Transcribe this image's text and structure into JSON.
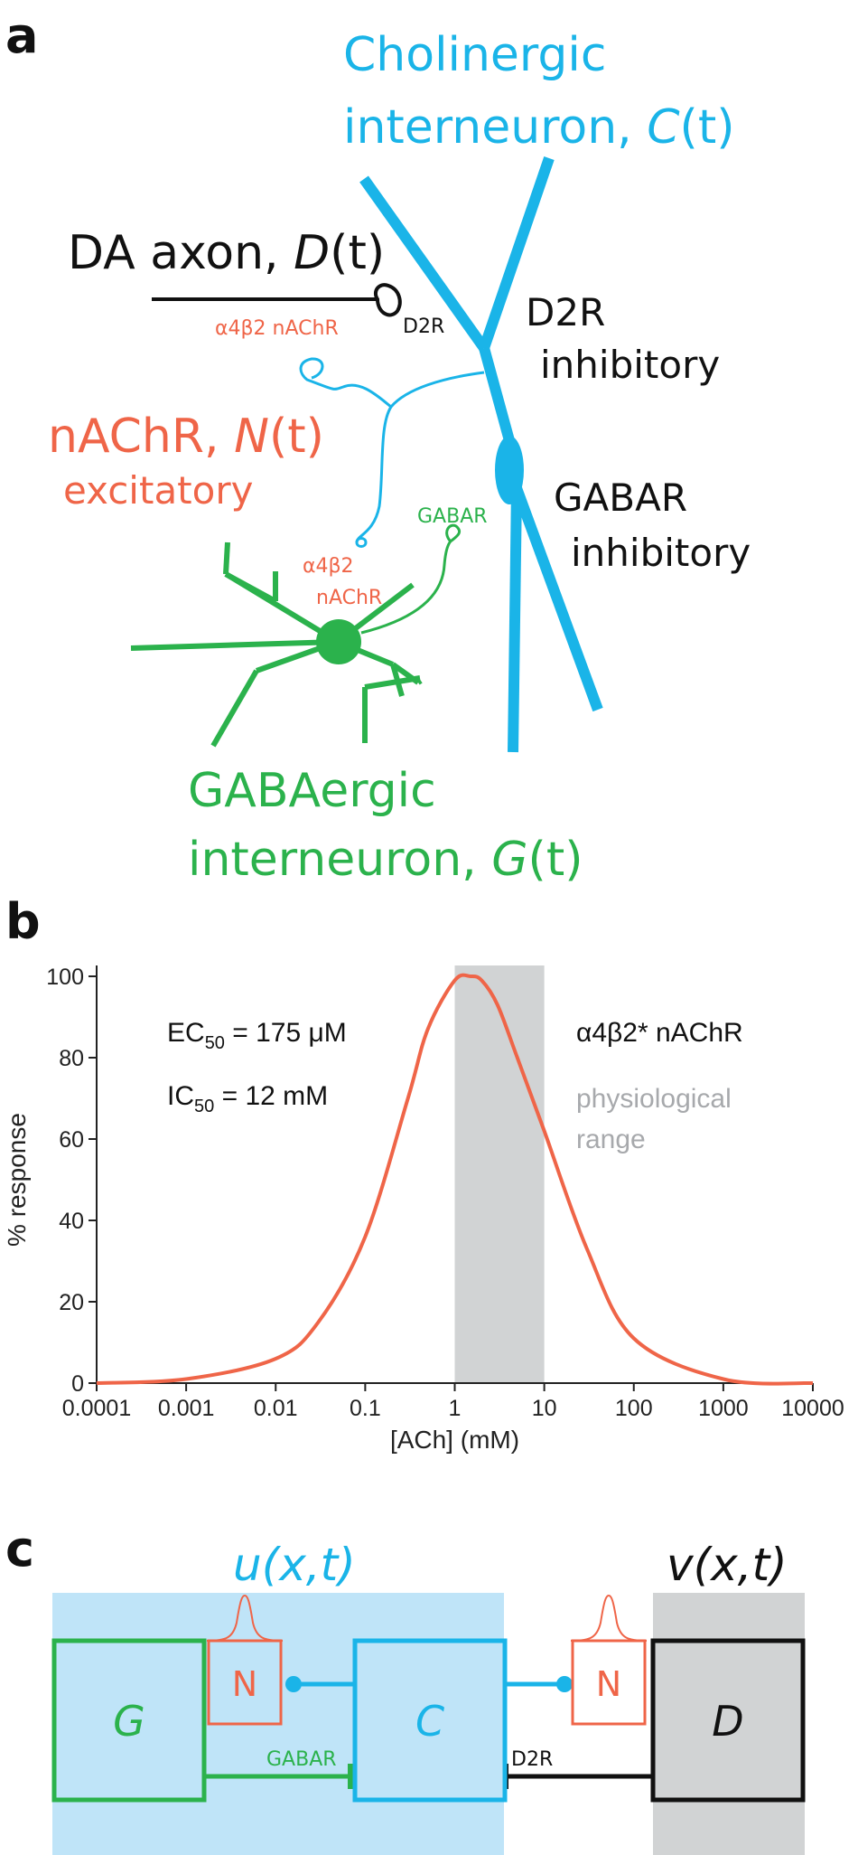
{
  "colors": {
    "cholinergic": "#1ab4e8",
    "gabaergic": "#2bb24c",
    "nachr": "#ef6548",
    "dopamine": "#111111",
    "shade_blue": "#bfe4f8",
    "shade_gray": "#d1d3d4",
    "physio": "#a7a9ac"
  },
  "panel_a": {
    "letter": "a",
    "cholinergic_line1": "Cholinergic",
    "cholinergic_line2_prefix": "interneuron, ",
    "cholinergic_symbol": "C",
    "cholinergic_arg": "(t)",
    "da_prefix": "DA axon, ",
    "da_symbol": "D",
    "da_arg": "(t)",
    "d2r_small": "D2R",
    "a4b2_top": "α4β2 nAChR",
    "d2r_line1": "D2R",
    "d2r_line2": "inhibitory",
    "nachr_prefix": "nAChR, ",
    "nachr_symbol": "N",
    "nachr_arg": "(t)",
    "nachr_line2": "excitatory",
    "gabar_small": "GABAR",
    "gabar_line1": "GABAR",
    "gabar_line2": "inhibitory",
    "a4b2_low_line1": "α4β2",
    "a4b2_low_line2": "nAChR",
    "gaba_line1": "GABAergic",
    "gaba_line2_prefix": "interneuron, ",
    "gaba_symbol": "G",
    "gaba_arg": "(t)"
  },
  "panel_b": {
    "letter": "b",
    "ec50_label": "EC",
    "ec50_sub": "50",
    "ec50_value": " = 175 μM",
    "ic50_label": "IC",
    "ic50_sub": "50",
    "ic50_value": " = 12 mM",
    "receptor_label": "α4β2* nAChR",
    "physio_line1": "physiological",
    "physio_line2": "range"
  },
  "chart_data": {
    "type": "line",
    "xlabel": "[ACh] (mM)",
    "ylabel": "% response",
    "xscale": "log",
    "xlim": [
      0.0001,
      10000
    ],
    "ylim": [
      0,
      100
    ],
    "x_ticks": [
      "0.0001",
      "0.001",
      "0.01",
      "0.1",
      "1",
      "10",
      "100",
      "1000",
      "10000"
    ],
    "y_ticks": [
      "0",
      "20",
      "40",
      "60",
      "80",
      "100"
    ],
    "shaded_region": [
      1,
      10
    ],
    "series": [
      {
        "color": "#ef6548",
        "x": [
          0.0001,
          0.001,
          0.01,
          0.03,
          0.1,
          0.3,
          0.5,
          1,
          1.5,
          2,
          3,
          5,
          10,
          30,
          100,
          1000,
          10000
        ],
        "y": [
          0,
          1,
          6,
          15,
          36,
          70,
          87,
          99,
          100,
          99,
          93,
          80,
          62,
          33,
          11,
          1,
          0
        ]
      }
    ],
    "grid": false,
    "legend": "none"
  },
  "panel_c": {
    "letter": "c",
    "u_label": "u(x,t)",
    "v_label": "v(x,t)",
    "g_box": "G",
    "n_box_left": "N",
    "c_box": "C",
    "n_box_right": "N",
    "d_box": "D",
    "gabar_label": "GABAR",
    "d2r_label": "D2R"
  }
}
